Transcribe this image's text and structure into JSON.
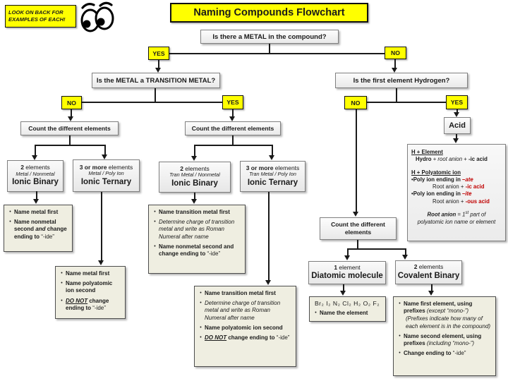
{
  "note": "LOOK ON BACK FOR EXAMPLES OF EACH!",
  "title": "Naming Compounds Flowchart",
  "questions": {
    "metal": "Is there a METAL in the compound?",
    "transition": "Is the METAL a TRANSITION METAL?",
    "hydrogen": "Is the first element Hydrogen?"
  },
  "labels": {
    "yes": "YES",
    "no": "NO",
    "count": "Count the different elements",
    "acid": "Acid"
  },
  "boxes": {
    "ionic_binary": {
      "count_b": "2",
      "count_r": " elements",
      "sub": "Metal / Nonmetal",
      "name": "Ionic Binary"
    },
    "ionic_ternary": {
      "count_b": "3 or more",
      "count_r": " elements",
      "sub": "Metal / Poly Ion",
      "name": "Ionic Ternary"
    },
    "tran_binary": {
      "count_b": "2",
      "count_r": " elements",
      "sub": "Tran Metal / Nonmetal",
      "name": "Ionic Binary"
    },
    "tran_ternary": {
      "count_b": "3 or more",
      "count_r": " elements",
      "sub": "Tran Metal / Poly Ion",
      "name": "Ionic Ternary"
    },
    "diatomic": {
      "count_b": "1",
      "count_r": " element",
      "name": "Diatomic molecule"
    },
    "covalent": {
      "count_b": "2",
      "count_r": " elements",
      "name": "Covalent Binary"
    }
  },
  "rules": {
    "ionic_binary": {
      "b1": "Name metal first",
      "b2_1": "Name nonmetal second ",
      "b2_2": "and",
      "b2_3": " change ending to ",
      "b2_4": "“-ide”"
    },
    "ionic_ternary": {
      "b1": "Name metal first",
      "b2": "Name polyatomic ion second",
      "b3_1": "DO NOT",
      "b3_2": " change ending to ",
      "b3_3": "“-ide”"
    },
    "tran_binary": {
      "b1": "Name transition metal first",
      "b2": "Determine charge of transition metal and write as Roman Numeral after name",
      "b3_1": "Name nonmetal second and change ending to ",
      "b3_2": "“-ide”"
    },
    "tran_ternary": {
      "b1": "Name transition metal first",
      "b2": "Determine charge of transition metal and write as Roman Numeral after name",
      "b3": "Name polyatomic ion second",
      "b4_1": "DO NOT",
      "b4_2": " change ending to ",
      "b4_3": "“-ide”"
    },
    "diatomic": {
      "formulas": "Br₂  I₂  N₂  Cl₂  H₂  O₂  F₂",
      "b1": "Name the element"
    },
    "covalent": {
      "b1_1": "Name first element, using prefixes  ",
      "b1_2": "(except “mono-”)",
      "b1_note": "(Prefixes indicate how many of each element is in the compound)",
      "b2_1": "Name second element, using prefixes  ",
      "b2_2": "(including “mono-”)",
      "b3_1": "Change ending to ",
      "b3_2": "“-ide”"
    }
  },
  "acid_info": {
    "h1": "H + Element",
    "r1_1": "Hydro",
    "r1_2": " + ",
    "r1_3": "root anion",
    "r1_4": "  +  ",
    "r1_5": "-ic acid",
    "h2": "H + Polyatomic ion",
    "r2_1": "•Poly ion ending in ",
    "r2_2": "–ate",
    "r3_1": "Root anion   +  ",
    "r3_2": "-ic acid",
    "r4_1": "•Poly ion ending in ",
    "r4_2": "–ite",
    "r5_1": "Root anion  +  ",
    "r5_2": "-ous acid",
    "r6_1": "Root anion",
    "r6_2": " = ",
    "r6_3": "1",
    "r6_sup": "st",
    "r6_4": " part of",
    "r7": "polyatomic ion name or element"
  },
  "colors": {
    "highlight_yellow": "#FFFF00",
    "red_accent": "#C00000"
  }
}
